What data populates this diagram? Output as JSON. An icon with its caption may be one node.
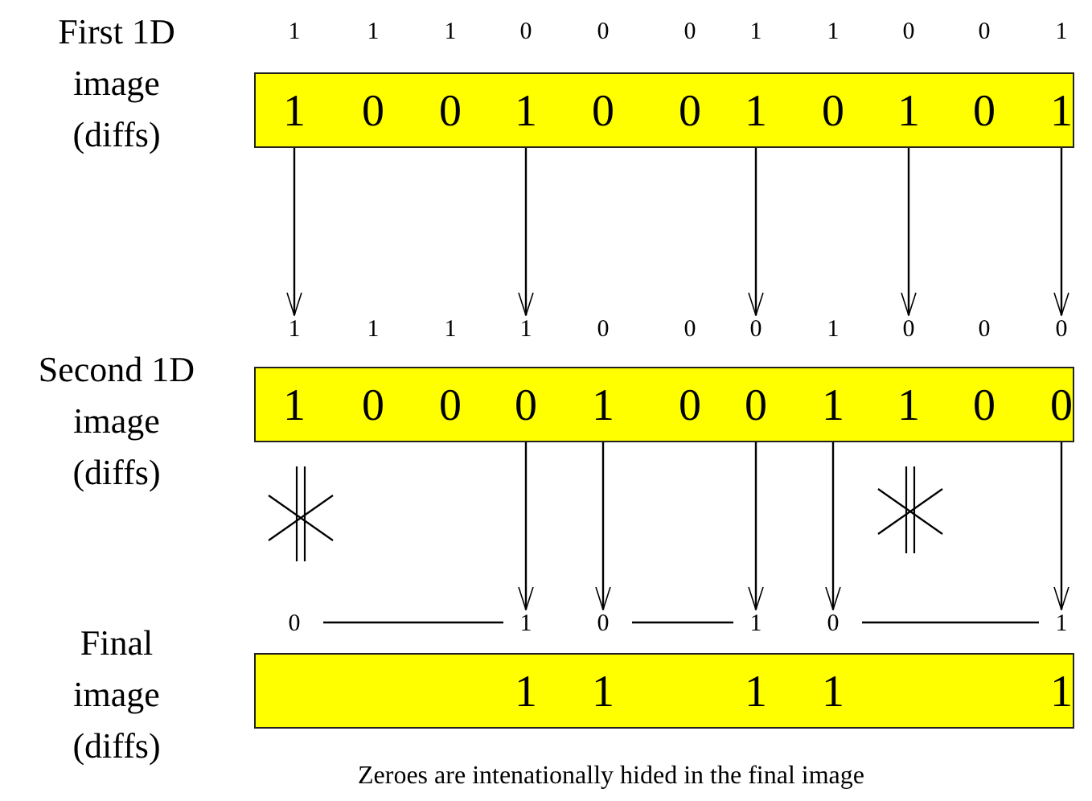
{
  "diagram": {
    "caption": "Zeroes are intenationally hided in the final image",
    "nodes": [
      {
        "text": [
          "First 1D image (diffs)"
        ]
      },
      {
        "text": [
          "1",
          "1"
        ]
      },
      {
        "text": [
          "1",
          "0"
        ]
      },
      {
        "text": [
          "1",
          "0"
        ]
      },
      {
        "text": [
          "0",
          "1"
        ]
      },
      {
        "text": [
          "0",
          "0"
        ]
      },
      {
        "text": [
          "0",
          "0"
        ]
      },
      {
        "text": [
          "1",
          "1"
        ]
      },
      {
        "text": [
          "1",
          "0"
        ]
      },
      {
        "text": [
          "0",
          "1"
        ]
      },
      {
        "text": [
          "0",
          "0"
        ]
      },
      {
        "text": [
          "1",
          "1"
        ]
      },
      {
        "text": [
          "Second 1D image (diffs)"
        ]
      },
      {
        "text": [
          "1",
          "1"
        ]
      },
      {
        "text": [
          "1",
          "0"
        ]
      },
      {
        "text": [
          "1",
          "0"
        ]
      },
      {
        "text": [
          "1",
          "0"
        ]
      },
      {
        "text": [
          "0",
          "1"
        ]
      },
      {
        "text": [
          "0",
          "0"
        ]
      },
      {
        "text": [
          "0",
          "0"
        ]
      },
      {
        "text": [
          "1",
          "1"
        ]
      },
      {
        "text": [
          "0",
          "1"
        ]
      },
      {
        "text": [
          "0",
          "0"
        ]
      },
      {
        "text": [
          "0",
          "0"
        ]
      },
      {
        "text": [
          "Final image (diffs)"
        ]
      },
      {
        "text": [
          "0"
        ]
      },
      {
        "text": [
          "1",
          "1"
        ]
      },
      {
        "text": [
          "0",
          "1"
        ]
      },
      {
        "text": [
          "1",
          "1"
        ]
      },
      {
        "text": [
          "0",
          "1"
        ]
      },
      {
        "text": [
          "1",
          "1"
        ]
      }
    ],
    "edges": [
      {
        "from": 1,
        "to": 13,
        "arrow": "to"
      },
      {
        "from": 4,
        "to": 16,
        "arrow": "to"
      },
      {
        "from": 7,
        "to": 19,
        "arrow": "to"
      },
      {
        "from": 9,
        "to": 21,
        "arrow": "to"
      },
      {
        "from": 11,
        "to": 23,
        "arrow": "to"
      },
      {
        "from": 16,
        "to": 26,
        "arrow": "to"
      },
      {
        "from": 17,
        "to": 27,
        "arrow": "to"
      },
      {
        "from": 19,
        "to": 28,
        "arrow": "to"
      },
      {
        "from": 20,
        "to": 29,
        "arrow": "to"
      },
      {
        "from": 23,
        "to": 30,
        "arrow": "to"
      },
      {
        "from": 25,
        "to": 26,
        "arrow": "none"
      },
      {
        "from": 27,
        "to": 28,
        "arrow": "none"
      },
      {
        "from": 29,
        "to": 30,
        "arrow": "none"
      }
    ]
  }
}
